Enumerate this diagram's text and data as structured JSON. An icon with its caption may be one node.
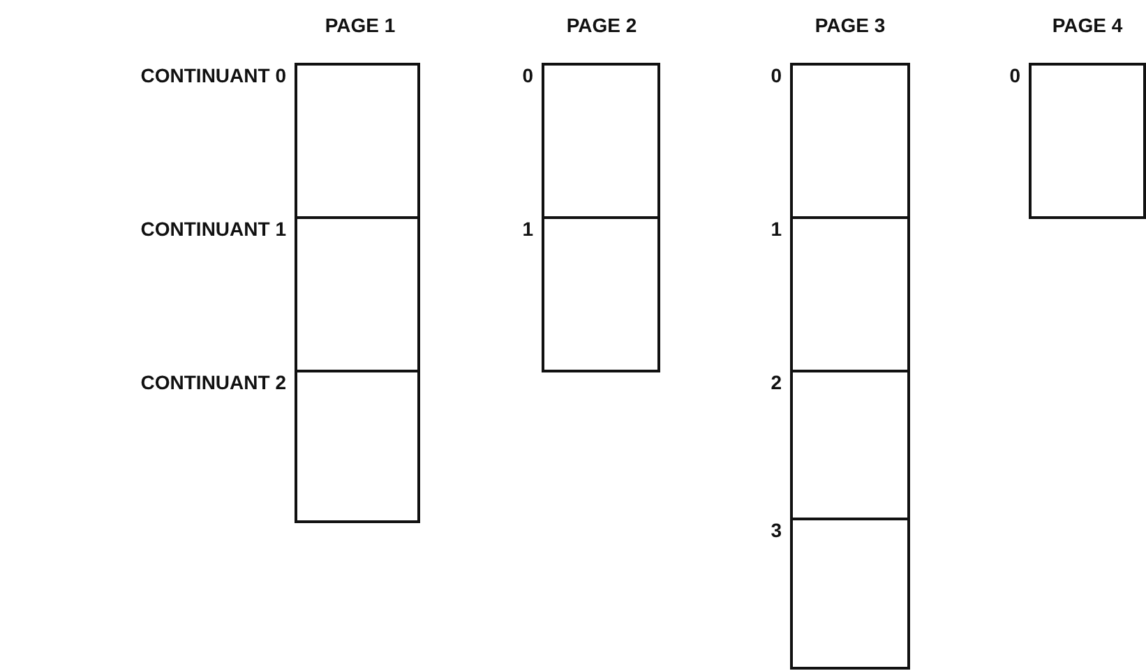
{
  "diagram": {
    "nodes": [
      {
        "text": [],
        "shape": "box",
        "beside": [
          "CONTINUANT 0"
        ]
      },
      {
        "text": [],
        "shape": "box",
        "beside": [
          "CONTINUANT 1"
        ]
      },
      {
        "text": [],
        "shape": "box",
        "beside": [
          "CONTINUANT 2"
        ]
      },
      {
        "text": [],
        "shape": "box",
        "beside": [
          "0"
        ]
      },
      {
        "text": [],
        "shape": "box",
        "beside": [
          "1"
        ]
      },
      {
        "text": [],
        "shape": "box",
        "beside": [
          "0"
        ]
      },
      {
        "text": [],
        "shape": "box",
        "beside": [
          "1"
        ]
      },
      {
        "text": [],
        "shape": "box",
        "beside": [
          "2"
        ]
      },
      {
        "text": [],
        "shape": "box",
        "beside": [
          "3"
        ]
      },
      {
        "text": [],
        "shape": "box",
        "beside": [
          "0"
        ]
      }
    ],
    "labels": [
      "PAGE 1",
      "PAGE 2",
      "PAGE 3",
      "PAGE 4"
    ]
  }
}
